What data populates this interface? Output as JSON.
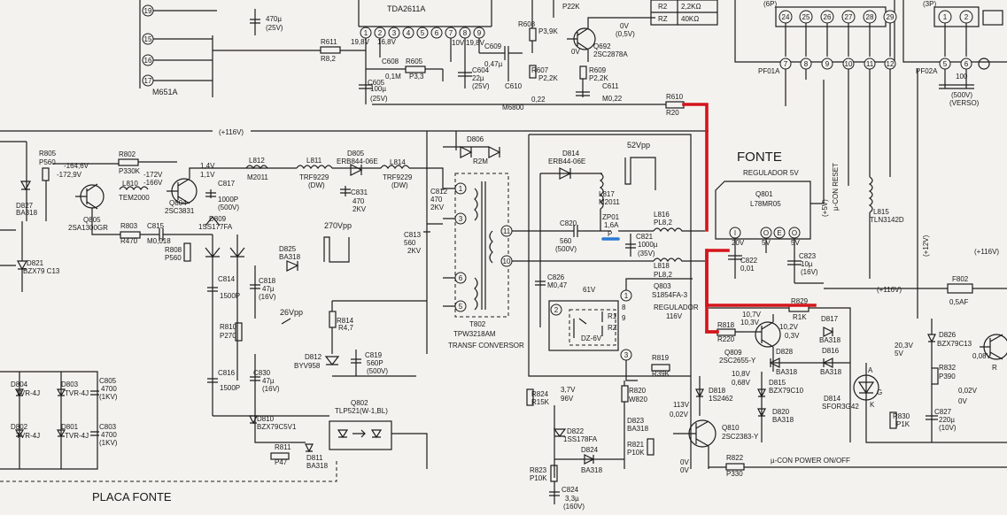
{
  "board_title": "PLACA FONTE",
  "section_title": "FONTE",
  "regulator_title": "REGULADOR 5V",
  "ic_top": "TDA2611A",
  "ic_left": "M651A",
  "pin_row_ic": [
    "1",
    "2",
    "3",
    "4",
    "5",
    "6",
    "7",
    "8",
    "9"
  ],
  "pin_row_left": [
    "19",
    "15",
    "16",
    "17"
  ],
  "pin_row_connector_a": [
    "24",
    "25",
    "26",
    "27",
    "28",
    "29"
  ],
  "pin_row_connector_b": [
    "1",
    "2"
  ],
  "connector_a_label": "(6P)",
  "connector_b_label": "(3P)",
  "connector_a_name": "PF01A",
  "connector_b_name": "PF02A",
  "connector_a_lower_pins": [
    "7",
    "8",
    "9",
    "10",
    "11",
    "12"
  ],
  "connector_b_lower_pins": [
    "5",
    "6"
  ],
  "resistor_table": [
    {
      "ref": "R2",
      "value": "2,2KΩ"
    },
    {
      "ref": "RZ",
      "value": "40KΩ"
    }
  ],
  "labels": {
    "r611": "R611",
    "r611v": "R8,2",
    "v116": "(+116V)",
    "r605": "R605",
    "r605v": "P3,3",
    "c608": "C608",
    "c608v": "0,1M",
    "c605": "C605",
    "c605v": "100µ",
    "c605vv": "(25V)",
    "c604": "C604",
    "c604v": "22µ",
    "c604vv": "(25V)",
    "c609": "C609",
    "c609v": "0,47µ",
    "c610": "C610",
    "c610v": "0,22",
    "r608": "R608",
    "r608v": "P3,9K",
    "r607": "R607",
    "r607v": "P2,2K",
    "r609": "R609",
    "r609v": "P2,2K",
    "q692": "Q692",
    "q692v": "2SC2878A",
    "c611": "C611",
    "c611v": "M0,22",
    "m6800": "M6800",
    "r610": "R610",
    "r610v": "R20",
    "top_cap": "470µ",
    "top_cap_v": "(25V)",
    "p22k": "P22K",
    "zero_v": "0V",
    "zero_v2": "(0,5V)",
    "v19": "19,8V",
    "v16": "16,8V",
    "v10": "10V",
    "v198": "19,8V",
    "r805": "R805",
    "r805v": "P560",
    "v164": "-164,6V",
    "v172": "-172,9V",
    "r802": "R802",
    "r802v": "P330K",
    "d827": "D827",
    "d827v": "BA318",
    "l810": "L810",
    "l810v": "TEM2000",
    "v172b": "-172V",
    "v166": "-166V",
    "q804": "Q804",
    "q804v": "2SC3831",
    "q805": "Q805",
    "q805v": "2SA1300GR",
    "r803": "R803",
    "r803v": "R470",
    "c815": "C815",
    "c815v": "M0,018",
    "v14": "1,4V",
    "v11": "1,1V",
    "c817": "C817",
    "c817v": "1000P",
    "c817vv": "(500V)",
    "d809": "D809",
    "d809v": "1SS177FA",
    "r808": "R808",
    "r808v": "P560",
    "l812": "L812",
    "l812v": "M2011",
    "l811": "L811",
    "l811v": "TRF9229",
    "l811vv": "(DW)",
    "d805": "D805",
    "d805v": "ERB844-06E",
    "c831": "C831",
    "c831v": "470",
    "c831vv": "2KV",
    "l814": "L814",
    "l814v": "TRF9229",
    "l814vv": "(DW)",
    "c812": "C812",
    "c812v": "470",
    "c812vv": "2KV",
    "c813": "C813",
    "c813v": "560",
    "c813vv": "2KV",
    "d806": "D806",
    "d806v": "R2M",
    "d821": "D821",
    "d821v": "BZX79 C13",
    "c814": "C814",
    "c814v": "1500P",
    "c816": "C816",
    "c816v": "1500P",
    "c818": "C818",
    "c818v": "47µ",
    "c818vv": "(16V)",
    "r810": "R810",
    "r810v": "P270",
    "d825": "D825",
    "d825v": "BA318",
    "vpp270": "270Vpp",
    "vpp26": "26Vpp",
    "r814": "R814",
    "r814v": "R4,7",
    "d812": "D812",
    "d812v": "BYV958",
    "c819": "C819",
    "c819v": "560P",
    "c819vv": "(500V)",
    "c830": "C830",
    "c830v": "47µ",
    "c830vv": "(16V)",
    "d804": "D804",
    "d804v": "TVR-4J",
    "d803": "D803",
    "d803v": "TVR-4J",
    "d802": "D802",
    "d802v": "TVR-4J",
    "d801": "D801",
    "d801v": "TVR-4J",
    "c805": "C805",
    "c805v": "4700",
    "c805vv": "(1KV)",
    "c803": "C803",
    "c803v": "4700",
    "c803vv": "(1KV)",
    "d810": "D810",
    "d810v": "BZX79C5V1",
    "q802": "Q802",
    "q802v": "TLP521(W-1,BL)",
    "r811": "R811",
    "r811v": "P47",
    "d811": "D811",
    "d811v": "BA318",
    "t802": "T802",
    "t802v": "TPW3218AM",
    "t802vv": "TRANSF CONVERSOR",
    "d814": "D814",
    "d814v": "ERB44-06E",
    "vpp52": "52Vpp",
    "l817": "L817",
    "l817v": "M2011",
    "c820": "C820",
    "c820v": "560",
    "c820vv": "(500V)",
    "zp01": "ZP01",
    "zp01v": "1,6A",
    "zp01p": "P",
    "c821": "C821",
    "c821v": "1000µ",
    "c821vv": "(35V)",
    "l816": "L816",
    "l816v": "PL8,2",
    "l818": "L818",
    "l818v": "PL8,2",
    "c826": "C826",
    "c826v": "M0,47",
    "v61": "61V",
    "q803": "Q803",
    "q803v": "S1854FA-3",
    "reg116": "REGULADOR",
    "reg116v": "116V",
    "dz": "DZ-6V",
    "r819": "R819",
    "r819v": "R39K",
    "r824": "R824",
    "r824v": "R15K",
    "v37": "3,7V",
    "v96": "96V",
    "r820": "R820",
    "r820v": "W820",
    "d822": "D822",
    "d822v": "1SS178FA",
    "d823": "D823",
    "d823v": "BA318",
    "d824": "D824",
    "d824v": "BA318",
    "r821": "R821",
    "r821v": "P10K",
    "r823": "R823",
    "r823v": "P10K",
    "c824": "C824",
    "c824v": "3,3µ",
    "c824vv": "(160V)",
    "v113": "113V",
    "v002": "0,02V",
    "d818": "D818",
    "d818v": "1S2462",
    "q810": "Q810",
    "q810v": "2SC2383-Y",
    "r822": "R822",
    "r822v": "P330",
    "v0": "0V",
    "v0b": "0V",
    "q801": "Q801",
    "q801v": "L78MR05",
    "v20": "20V",
    "v5": "5V",
    "v5b": "5V",
    "c822": "C822",
    "c822v": "0,01",
    "c823": "C823",
    "c823v": "10µ",
    "c823vv": "(16V)",
    "plus5": "(+5V)",
    "ucon_reset": "µ-CON RESET",
    "l815": "L815",
    "l815v": "TLN3142D",
    "plus12": "(+12V)",
    "plus116": "(+116V)",
    "plus116b": "(+116V)",
    "f802": "F802",
    "f802v": "0,5AF",
    "c100": "100",
    "c100v": "(500V)",
    "c100vv": "(VERSO)",
    "r829": "R829",
    "r829v": "R1K",
    "r818": "R818",
    "r818v": "R220",
    "v107": "10,7V",
    "v103": "10,3V",
    "v102": "10,2V",
    "v03": "0,3V",
    "d817": "D817",
    "d817v": "BA318",
    "q809": "Q809",
    "q809v": "2SC2655-Y",
    "d828": "D828",
    "d828v": "BA318",
    "d816": "D816",
    "d816v": "BA318",
    "v108": "10,8V",
    "v068": "0,68V",
    "d815": "D815",
    "d815v": "BZX79C10",
    "d820": "D820",
    "d820v": "BA318",
    "d826": "D826",
    "d826v": "BZX79C13",
    "v203": "20,3V",
    "v5c": "5V",
    "d814b": "D814",
    "d814bv": "SFOR3G42",
    "r832": "R832",
    "r832v": "P390",
    "r830": "R830",
    "r830v": "P1K",
    "c827": "C827",
    "c827v": "220µ",
    "c827vv": "(10V)",
    "v002b": "0,02V",
    "v0c": "0V",
    "v08": "0,08V",
    "rk": "R",
    "kk": "K",
    "ak": "A",
    "g": "G",
    "ucon_power": "µ-CON POWER ON/OFF",
    "pin_i": "I",
    "pin_o": "O",
    "pin_e": "E",
    "pin8": "8",
    "pin9": "9",
    "pin1": "1",
    "pin2": "2",
    "pin3": "3",
    "r1": "R1",
    "rz": "RZ"
  },
  "transformer_pins": [
    "1",
    "3",
    "11",
    "10",
    "6",
    "5"
  ],
  "colors": {
    "highlight_red": "#d4141c",
    "highlight_blue": "#2a7ad4"
  }
}
